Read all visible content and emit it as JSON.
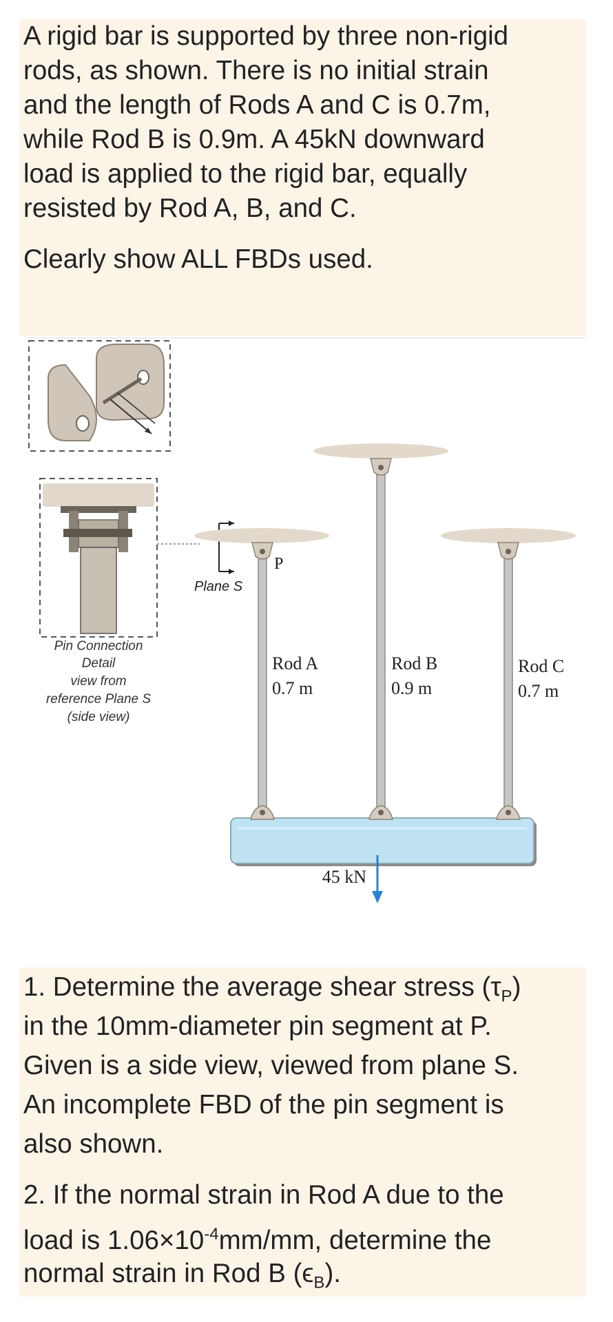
{
  "intro": {
    "lines": [
      "A rigid bar is supported by three non-rigid",
      "rods, as shown. There is no initial strain",
      "and the length of Rods A and C is 0.7m,",
      "while  Rod B is 0.9m. A 45kN downward",
      "load is applied to the rigid bar, equally",
      "resisted by Rod A, B, and  C."
    ],
    "instruction": "Clearly show ALL FBDs used."
  },
  "figure": {
    "detail_caption": [
      "Pin Connection",
      "Detail",
      "view from",
      "reference Plane S",
      "(side view)"
    ],
    "plane_label": "Plane S",
    "pin_label": "P",
    "rods": [
      {
        "name": "Rod A",
        "length": "0.7 m"
      },
      {
        "name": "Rod B",
        "length": "0.9 m"
      },
      {
        "name": "Rod C",
        "length": "0.7 m"
      }
    ],
    "load_label": "45 kN"
  },
  "questions": {
    "q1": [
      "1. Determine the average shear stress (τ",
      "P",
      ")",
      "in the 10mm-diameter pin segment at P.",
      "Given is a side view, viewed from plane S.",
      "An incomplete FBD of the pin segment is",
      "also shown."
    ],
    "q2": [
      "2. If the normal strain in Rod A due to the",
      "load is 1.06×10",
      "-4",
      "mm/mm, determine the",
      "normal strain in Rod B (ϵ",
      "B",
      ")."
    ]
  },
  "colors": {
    "background": "#fdf4e8",
    "rigid_bar": "#bfe3f3",
    "support": "#e2d9cc",
    "load_arrow": "#2f7fd0"
  }
}
